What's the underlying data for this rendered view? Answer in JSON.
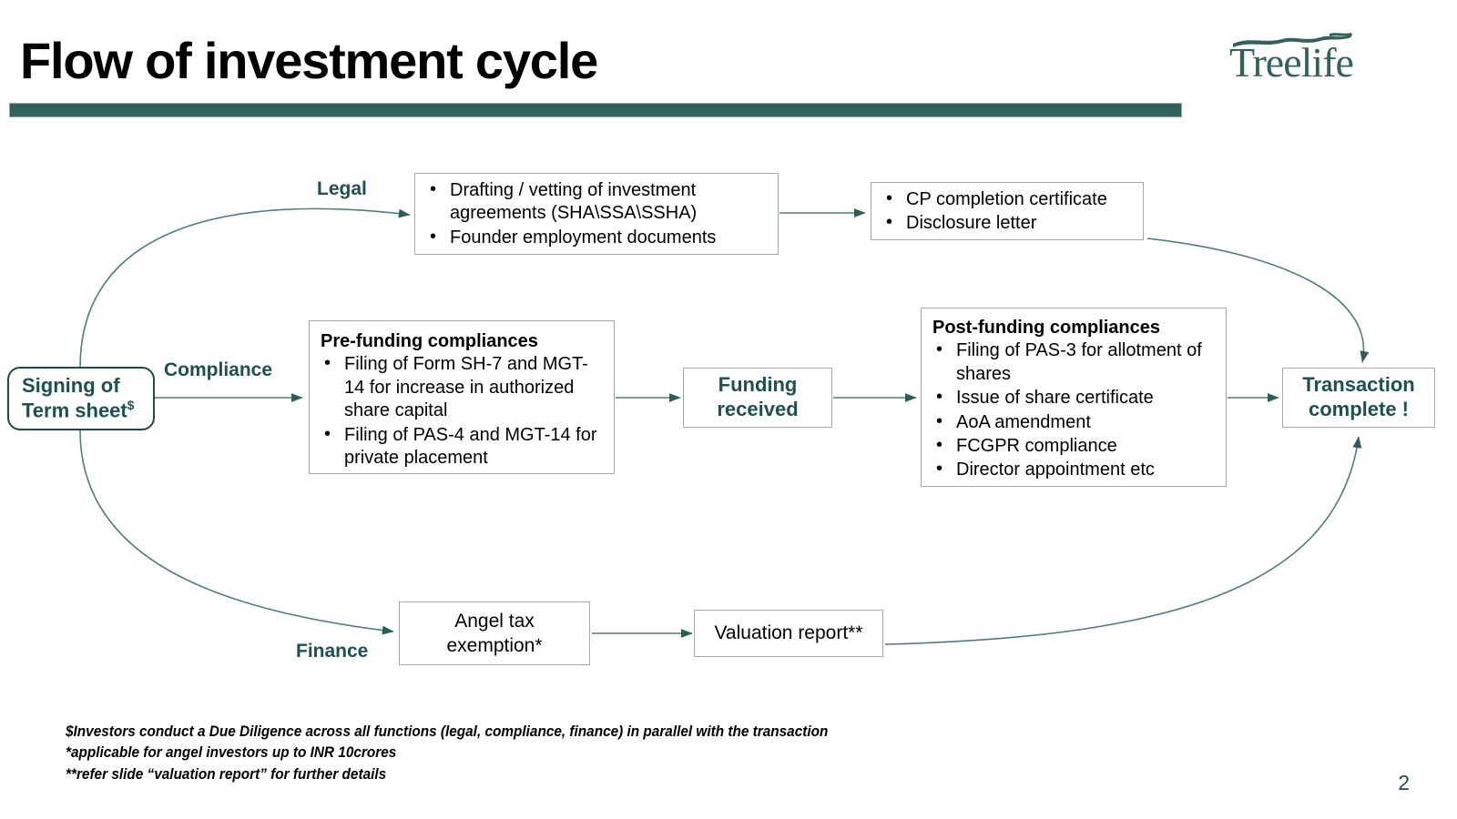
{
  "header": {
    "title": "Flow of investment cycle",
    "logo_text": "Treelife",
    "rule_color": "#336059"
  },
  "colors": {
    "teal": "#1f5050",
    "connector": "#4f7d79",
    "box_border": "#a6a6a6",
    "node_border_accent": "#1f4a44"
  },
  "branch_labels": {
    "legal": "Legal",
    "compliance": "Compliance",
    "finance": "Finance"
  },
  "nodes": {
    "start": {
      "line1": "Signing of",
      "line2": "Term sheet",
      "marker": "$"
    },
    "legal_docs": {
      "bullets": [
        "Drafting / vetting of investment agreements  (SHA\\SSA\\SSHA)",
        "Founder employment documents"
      ]
    },
    "cp_completion": {
      "bullets": [
        "CP completion certificate",
        "Disclosure letter"
      ]
    },
    "pre_funding": {
      "title": "Pre-funding compliances",
      "bullets": [
        "Filing of Form SH-7 and MGT-14 for increase in authorized share capital",
        "Filing of PAS-4 and MGT-14 for private placement"
      ]
    },
    "funding_received": {
      "line1": "Funding",
      "line2": "received"
    },
    "post_funding": {
      "title": "Post-funding compliances",
      "bullets": [
        "Filing of PAS-3 for allotment of shares",
        "Issue of share certificate",
        "AoA amendment",
        "FCGPR compliance",
        "Director appointment etc"
      ]
    },
    "transaction_complete": {
      "line1": "Transaction",
      "line2": "complete !"
    },
    "angel_tax": {
      "line1": "Angel tax",
      "line2": "exemption*"
    },
    "valuation_report": {
      "line1": "Valuation report**"
    }
  },
  "footnotes": [
    "$Investors conduct a Due Diligence across all functions (legal, compliance, finance) in parallel with the transaction",
    "*applicable for angel investors up to INR 10crores",
    "**refer slide “valuation report” for further details"
  ],
  "page_number": "2"
}
